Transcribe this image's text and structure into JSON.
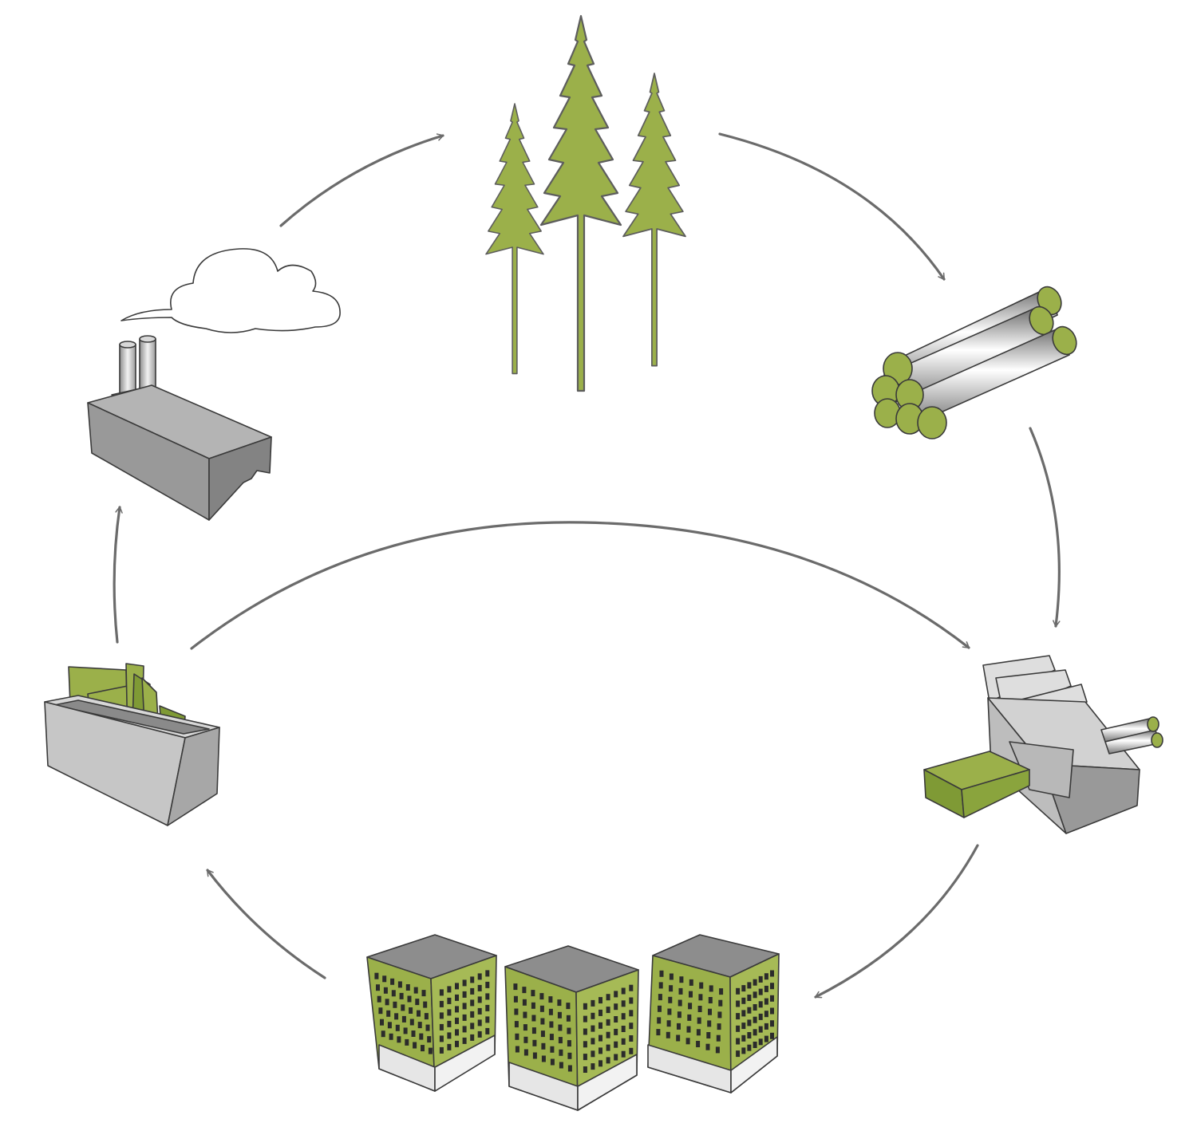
{
  "diagram": {
    "type": "cycle",
    "nodes": [
      {
        "id": "forest",
        "icon": "forest-icon"
      },
      {
        "id": "logs",
        "icon": "log-pile-icon"
      },
      {
        "id": "sawmill",
        "icon": "sawmill-icon"
      },
      {
        "id": "buildings",
        "icon": "buildings-icon"
      },
      {
        "id": "waste",
        "icon": "waste-container-icon"
      },
      {
        "id": "power-plant",
        "icon": "power-plant-icon"
      }
    ],
    "edges": [
      {
        "from": "forest",
        "to": "logs"
      },
      {
        "from": "logs",
        "to": "sawmill"
      },
      {
        "from": "sawmill",
        "to": "buildings"
      },
      {
        "from": "buildings",
        "to": "waste"
      },
      {
        "from": "waste",
        "to": "power-plant"
      },
      {
        "from": "power-plant",
        "to": "forest"
      },
      {
        "from": "waste",
        "to": "sawmill"
      }
    ]
  },
  "colors": {
    "wood_green": "#9bb04a",
    "dark_green": "#7f9a35",
    "gray_light": "#c8c8c8",
    "gray_mid": "#a4a4a4",
    "gray_dark": "#858585",
    "arrow": "#6b6b6b"
  }
}
